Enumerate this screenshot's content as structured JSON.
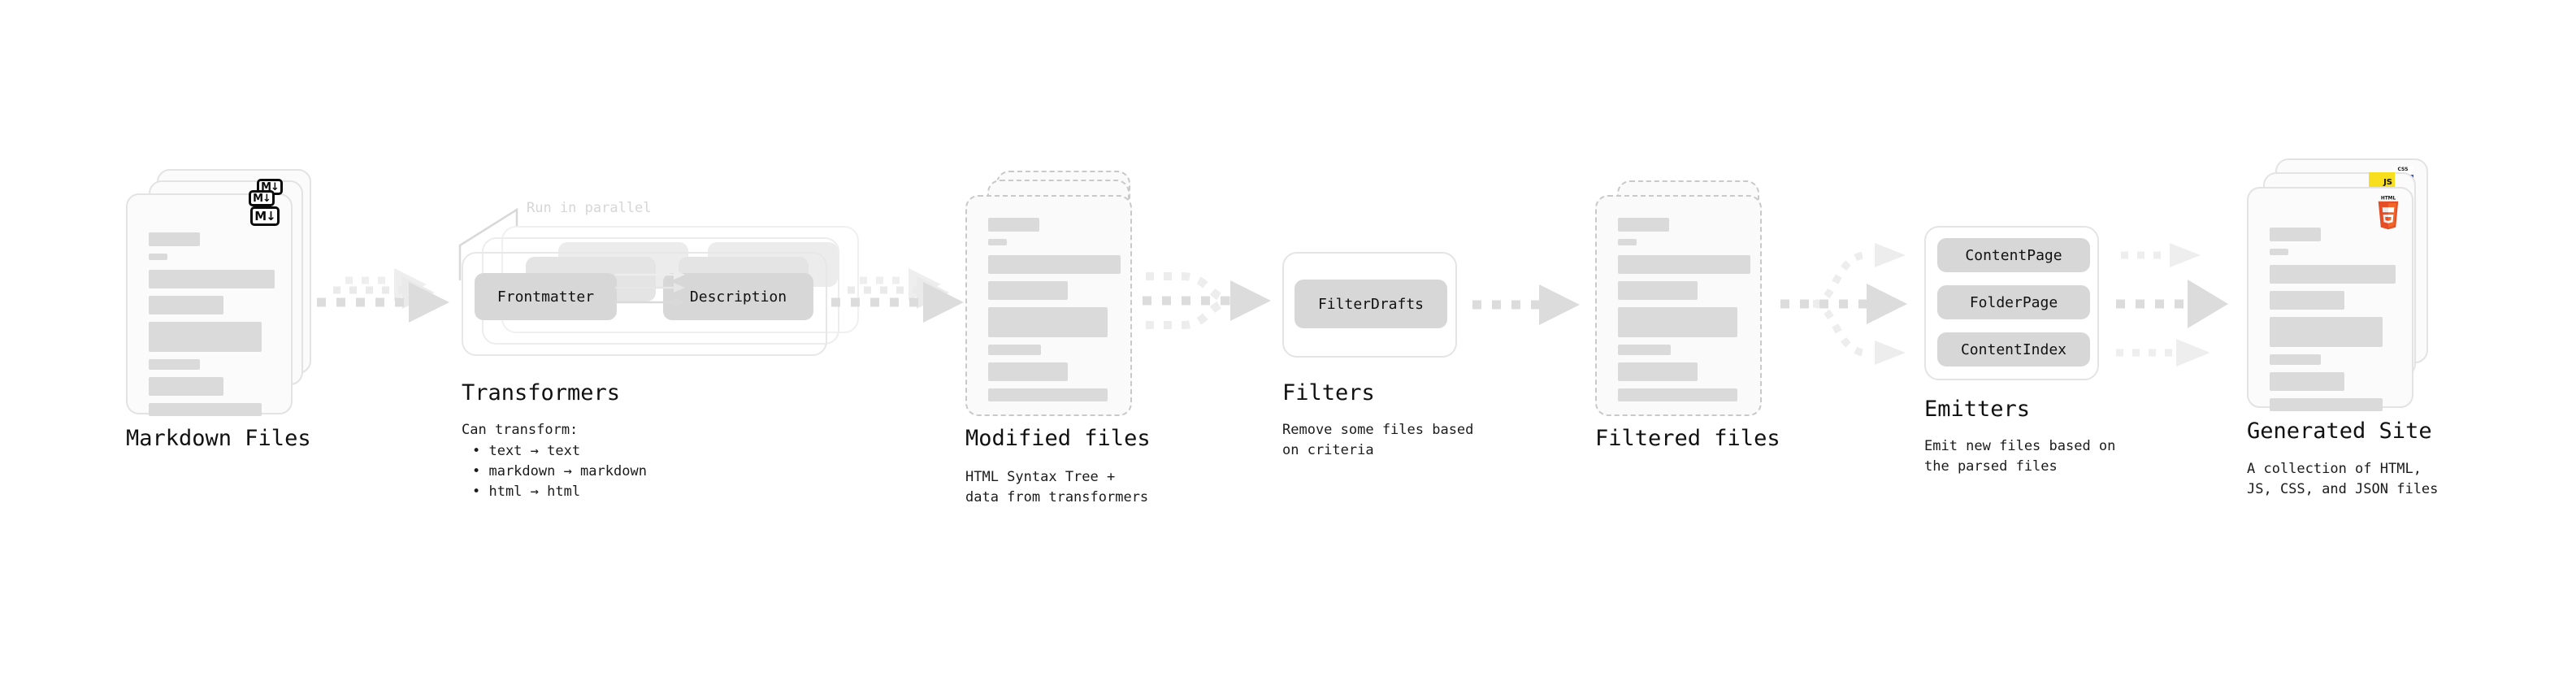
{
  "diagram": {
    "title_font_note": "",
    "accent_colors": {
      "skeleton_bar": "#dadada",
      "card_border": "#e3e3e3",
      "dashed_border": "#c9c9c9",
      "pill_fill": "#d7d7d7",
      "arrow": "#dcdcdc",
      "muted_label": "#d6d6d6",
      "html5_orange": "#e44d26",
      "html5_orange_dark": "#f16529",
      "js_yellow": "#f7df1e",
      "css_blue": "#264de4"
    }
  },
  "stages": {
    "markdown_files": {
      "title": "Markdown Files",
      "subtitle": "",
      "badge_label": "M↓",
      "badge_name": "markdown-icon"
    },
    "transformers": {
      "title": "Transformers",
      "subtitle": "Can transform:",
      "parallel_label": "Run in parallel",
      "pills": [
        "Frontmatter",
        "Description"
      ],
      "bullets": [
        "• text → text",
        "• markdown → markdown",
        "• html → html"
      ]
    },
    "modified_files": {
      "title": "Modified files",
      "subtitle": "HTML Syntax Tree +\ndata from transformers"
    },
    "filters": {
      "title": "Filters",
      "subtitle": "Remove some files based\non criteria",
      "pills": [
        "FilterDrafts"
      ]
    },
    "filtered_files": {
      "title": "Filtered files",
      "subtitle": ""
    },
    "emitters": {
      "title": "Emitters",
      "subtitle": "Emit new files based on\nthe parsed files",
      "pills": [
        "ContentPage",
        "FolderPage",
        "ContentIndex"
      ]
    },
    "generated_site": {
      "title": "Generated Site",
      "subtitle": "A collection of HTML,\nJS, CSS, and JSON files",
      "badges": [
        "CSS",
        "JS",
        "HTML5"
      ]
    }
  }
}
